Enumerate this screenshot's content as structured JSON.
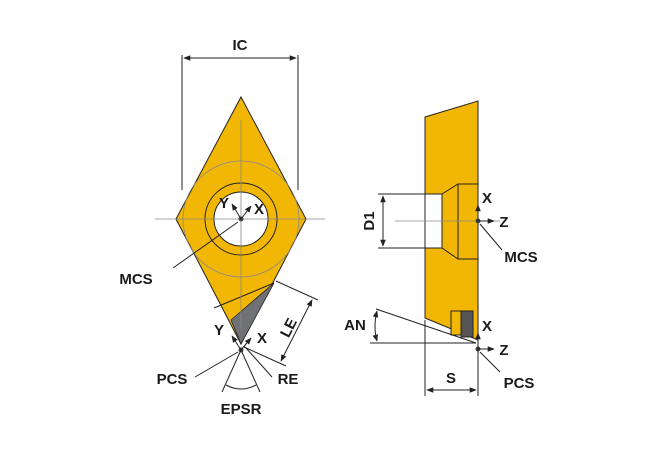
{
  "colors": {
    "insert_fill": "#f2b705",
    "edge_gray": "#6f7174",
    "line": "#222222",
    "center_line": "#888888"
  },
  "labels": {
    "ic": "IC",
    "mcs_left": "MCS",
    "y_top": "Y",
    "x_top": "X",
    "y_tip": "Y",
    "x_tip": "X",
    "le": "LE",
    "pcs_left": "PCS",
    "re": "RE",
    "epsr": "EPSR",
    "d1": "D1",
    "x_side_top": "X",
    "z_side_top": "Z",
    "mcs_right": "MCS",
    "an": "AN",
    "x_side_bottom": "X",
    "z_side_bottom": "Z",
    "s": "S",
    "pcs_right": "PCS"
  }
}
